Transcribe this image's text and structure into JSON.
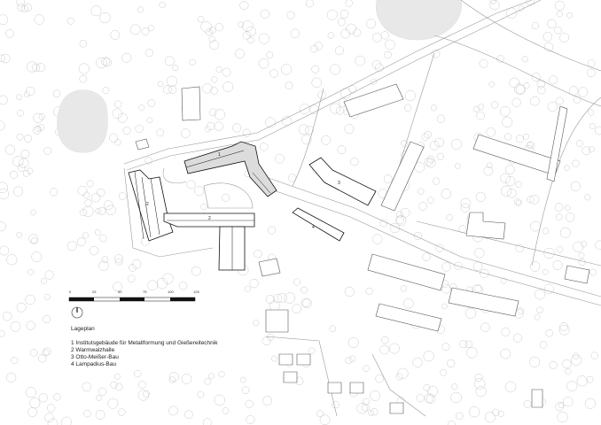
{
  "title": "Lageplan",
  "legend": [
    "1 Institutsgebäude für Metallformung und Gießereitechnik",
    "2 Warmwalzhalle",
    "3 Otto-Meißer-Bau",
    "4 Lampadius-Bau"
  ],
  "building_labels": [
    "1",
    "2",
    "2",
    "3",
    "4"
  ],
  "scale_ticks": [
    "0",
    "25",
    "50",
    "75",
    "100",
    "125"
  ],
  "scale_unit_max": 125,
  "colors": {
    "line": "#222222",
    "highlight": "#dcdcdc",
    "tree": "#bbbbbb",
    "water": "#e6e6e6"
  }
}
